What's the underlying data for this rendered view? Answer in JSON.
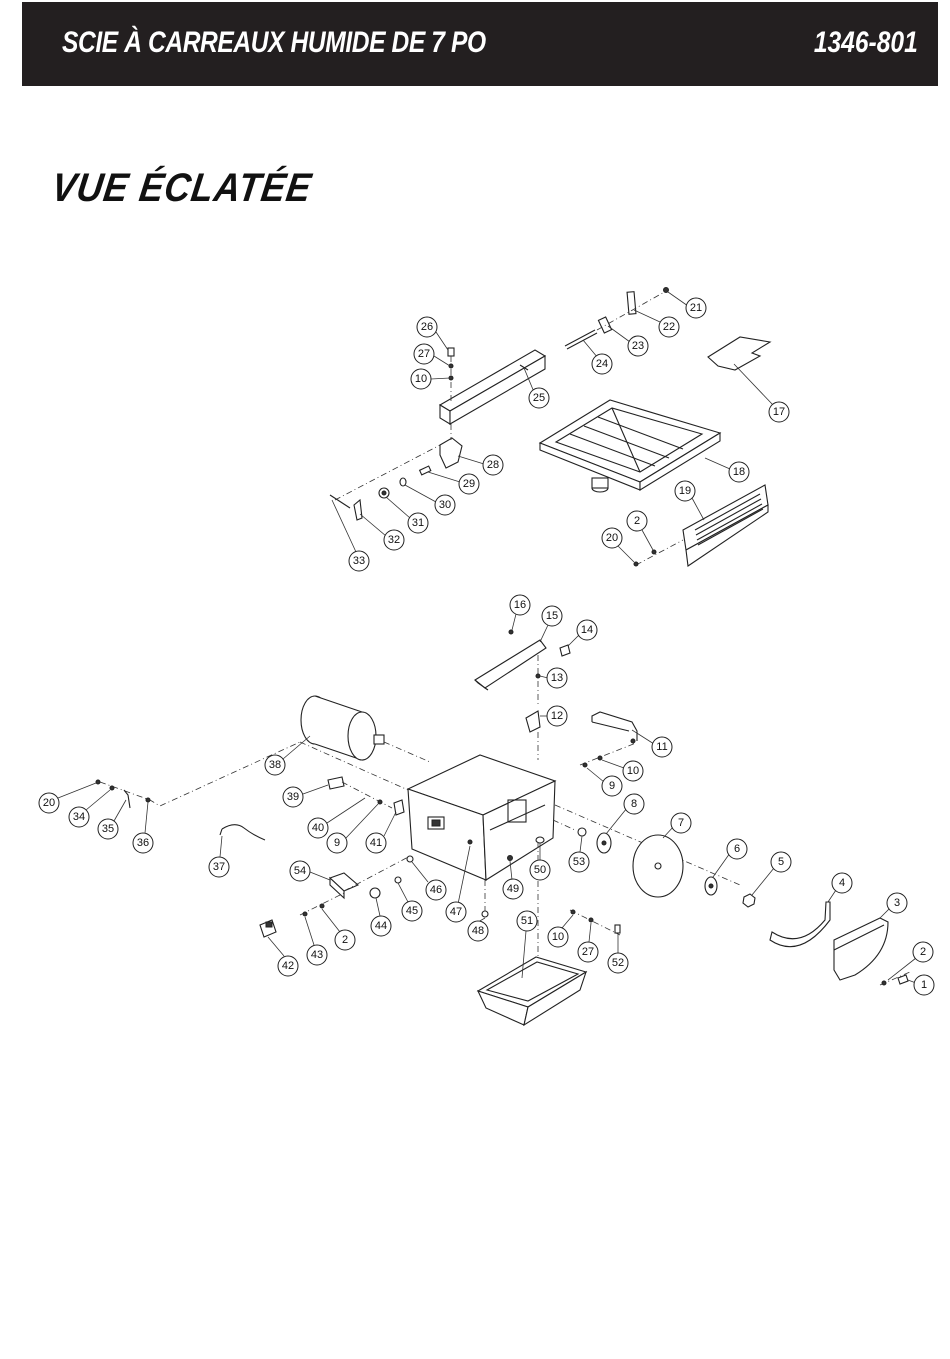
{
  "header": {
    "title": "SCIE À CARREAUX HUMIDE DE 7 PO",
    "model": "1346-801"
  },
  "section": {
    "title": "VUE ÉCLATÉE"
  },
  "callouts": {
    "c21": "21",
    "c22": "22",
    "c26": "26",
    "c27a": "27",
    "c23": "23",
    "c10a": "10",
    "c24": "24",
    "c25": "25",
    "c17": "17",
    "c28": "28",
    "c18": "18",
    "c29": "29",
    "c30": "30",
    "c31": "31",
    "c19": "19",
    "c32": "32",
    "c2a": "2",
    "c20a": "20",
    "c33": "33",
    "c16": "16",
    "c15": "15",
    "c14": "14",
    "c13": "13",
    "c12": "12",
    "c11": "11",
    "c38": "38",
    "c10b": "10",
    "c9a": "9",
    "c20b": "20",
    "c39": "39",
    "c8": "8",
    "c34": "34",
    "c35": "35",
    "c40": "40",
    "c7": "7",
    "c9b": "9",
    "c36": "36",
    "c41": "41",
    "c6": "6",
    "c53": "53",
    "c50": "50",
    "c5": "5",
    "c37": "37",
    "c54": "54",
    "c46": "46",
    "c49": "49",
    "c4": "4",
    "c45": "45",
    "c47": "47",
    "c3": "3",
    "c44": "44",
    "c51": "51",
    "c48": "48",
    "c10c": "10",
    "c2b": "2",
    "c27b": "27",
    "c42": "42",
    "c43": "43",
    "c52": "52",
    "c2c": "2",
    "c1": "1"
  }
}
